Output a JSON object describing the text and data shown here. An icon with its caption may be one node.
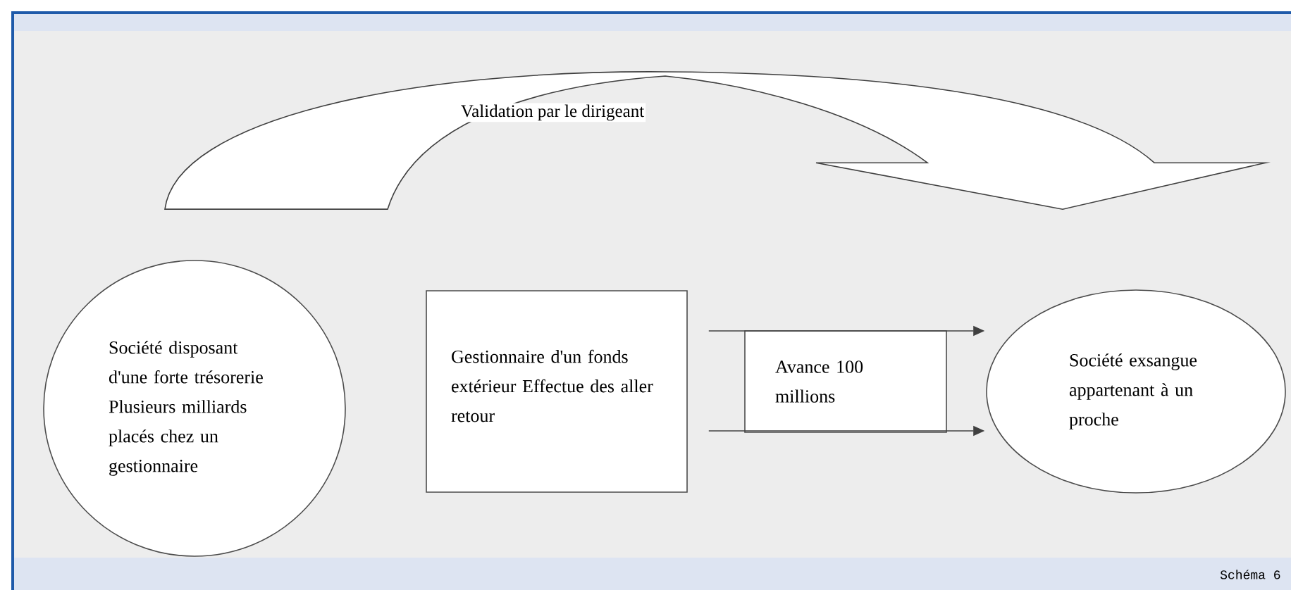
{
  "diagram": {
    "caption": "Schéma 6",
    "nodes": [
      {
        "text": [
          "Société disposant d'une forte trésorerie Plusieurs milliards placés chez un gestionnaire"
        ]
      },
      {
        "text": [
          "Gestionnaire d'un fonds extérieur Effectue des aller retour"
        ]
      },
      {
        "text": [
          "Avance 100 millions"
        ]
      },
      {
        "text": [
          "Société exsangue appartenant à un proche"
        ]
      }
    ],
    "edges": [
      {
        "from": 0,
        "to": 3,
        "arrow": "to",
        "label": "Validation par le dirigeant",
        "style": "thick"
      },
      {
        "from": 1,
        "to": 3,
        "arrow": "to"
      },
      {
        "from": 1,
        "to": 3,
        "arrow": "to"
      }
    ]
  }
}
